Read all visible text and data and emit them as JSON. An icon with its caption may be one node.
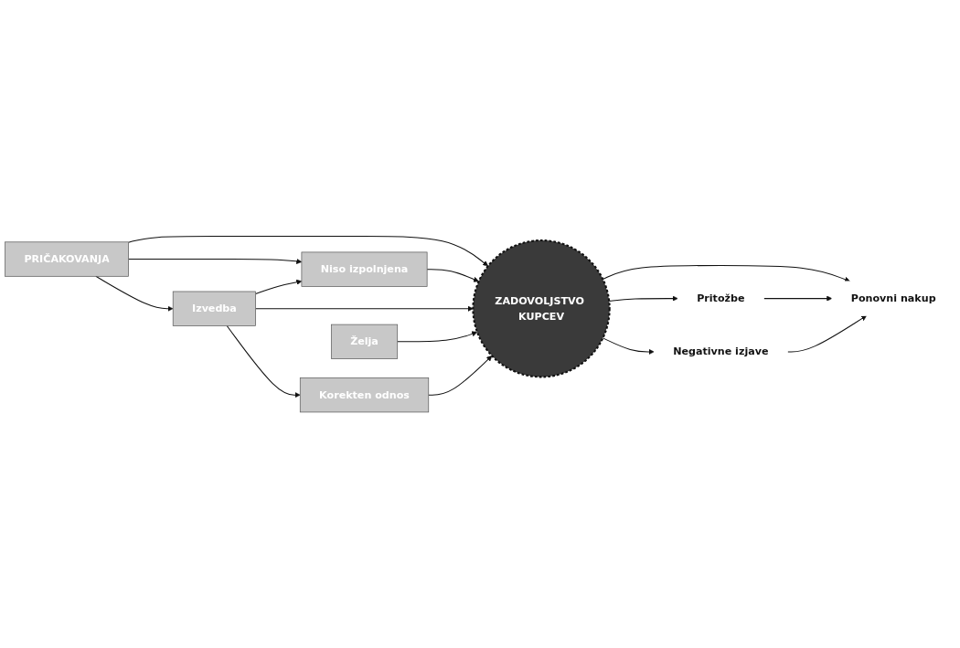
{
  "diagram": {
    "nodes": [
      {
        "text": [
          "PRIČAKOVANJA"
        ]
      },
      {
        "text": [
          "Niso izpolnjena"
        ]
      },
      {
        "text": [
          "Izvedba"
        ]
      },
      {
        "text": [
          "Želja"
        ]
      },
      {
        "text": [
          "Korekten odnos"
        ]
      },
      {
        "text": [
          "ZADOVOLJSTVO KUPCEV"
        ]
      },
      {
        "text": [
          "Pritožbe"
        ]
      },
      {
        "text": [
          "Negativne izjave"
        ]
      },
      {
        "text": [
          "Ponovni nakup"
        ]
      }
    ],
    "edges": [
      {
        "from": 0,
        "to": 1,
        "arrow": "to"
      },
      {
        "from": 0,
        "to": 2,
        "arrow": "to"
      },
      {
        "from": 2,
        "to": 1,
        "arrow": "to"
      },
      {
        "from": 2,
        "to": 4,
        "arrow": "to"
      },
      {
        "from": 0,
        "to": 5,
        "arrow": "to"
      },
      {
        "from": 1,
        "to": 5,
        "arrow": "to"
      },
      {
        "from": 2,
        "to": 5,
        "arrow": "to"
      },
      {
        "from": 3,
        "to": 5,
        "arrow": "to"
      },
      {
        "from": 4,
        "to": 5,
        "arrow": "to"
      },
      {
        "from": 5,
        "to": 6,
        "arrow": "to"
      },
      {
        "from": 5,
        "to": 7,
        "arrow": "to"
      },
      {
        "from": 5,
        "to": 8,
        "arrow": "to"
      },
      {
        "from": 6,
        "to": 8,
        "arrow": "to"
      },
      {
        "from": 7,
        "to": 8,
        "arrow": "to"
      }
    ]
  }
}
